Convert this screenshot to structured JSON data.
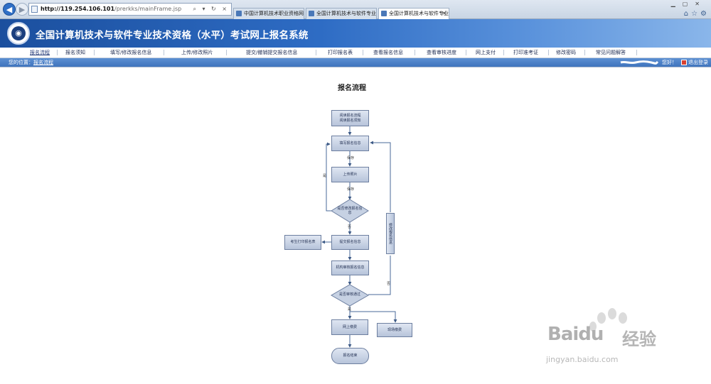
{
  "browser": {
    "address_host": "http://119.254.106.101",
    "address_path": "/prerkks/mainFrame.jsp",
    "tabs": [
      {
        "label": "中国计算机技术职业资格网 | ..."
      },
      {
        "label": "全国计算机技术与软件专业技..."
      },
      {
        "label": "全国计算机技术与软件专业..."
      }
    ],
    "tab_close": "×",
    "back": "◀",
    "forward": "▶",
    "addr_icons": "⌕ ▾ ↻ ×"
  },
  "site": {
    "title": "全国计算机技术与软件专业技术资格（水平）考试网上报名系统"
  },
  "menu": {
    "items": [
      {
        "label": "报名流程"
      },
      {
        "label": "报名须知"
      },
      {
        "label": "填写/修改报名信息"
      },
      {
        "label": "上传/修改照片"
      },
      {
        "label": "提交/撤销提交报名信息"
      },
      {
        "label": "打印报名表"
      },
      {
        "label": "查看报名信息"
      },
      {
        "label": "查看审核进度"
      },
      {
        "label": "网上支付"
      },
      {
        "label": "打印准考证"
      },
      {
        "label": "修改密码"
      },
      {
        "label": "常见问题解答"
      }
    ]
  },
  "location": {
    "prefix": "您的位置：",
    "current": "报名流程",
    "greeting": "您好！",
    "logout": "退出登录"
  },
  "page": {
    "heading": "报名流程"
  },
  "flowchart": {
    "read_line1": "阅读报名流程",
    "read_line2": "阅读报名须知",
    "fill_info": "填写报名信息",
    "upload_photo": "上传照片",
    "decision_modify": "是否修改报名信息",
    "submit_info": "提交报名信息",
    "print_form": "考生打印报名表",
    "org_review": "机构审核报名信息",
    "decision_pass": "是否审核通过",
    "online_pay": "网上缴费",
    "onsite_pay": "现场缴费",
    "done": "报名结束",
    "modify_info": "修改报名信息",
    "label_save1": "保存",
    "label_save2": "保存",
    "label_yes": "是",
    "label_no1": "否",
    "label_no2": "否",
    "label_yes2": "是"
  },
  "watermark": {
    "brand": "Bai",
    "brand2": "du",
    "cn": "经验",
    "url": "jingyan.baidu.com"
  },
  "colors": {
    "banner": "#2e6cc4",
    "menu_text": "#1f2c52",
    "box_fill": "#c6d1e3",
    "box_border": "#6d7fa0"
  }
}
